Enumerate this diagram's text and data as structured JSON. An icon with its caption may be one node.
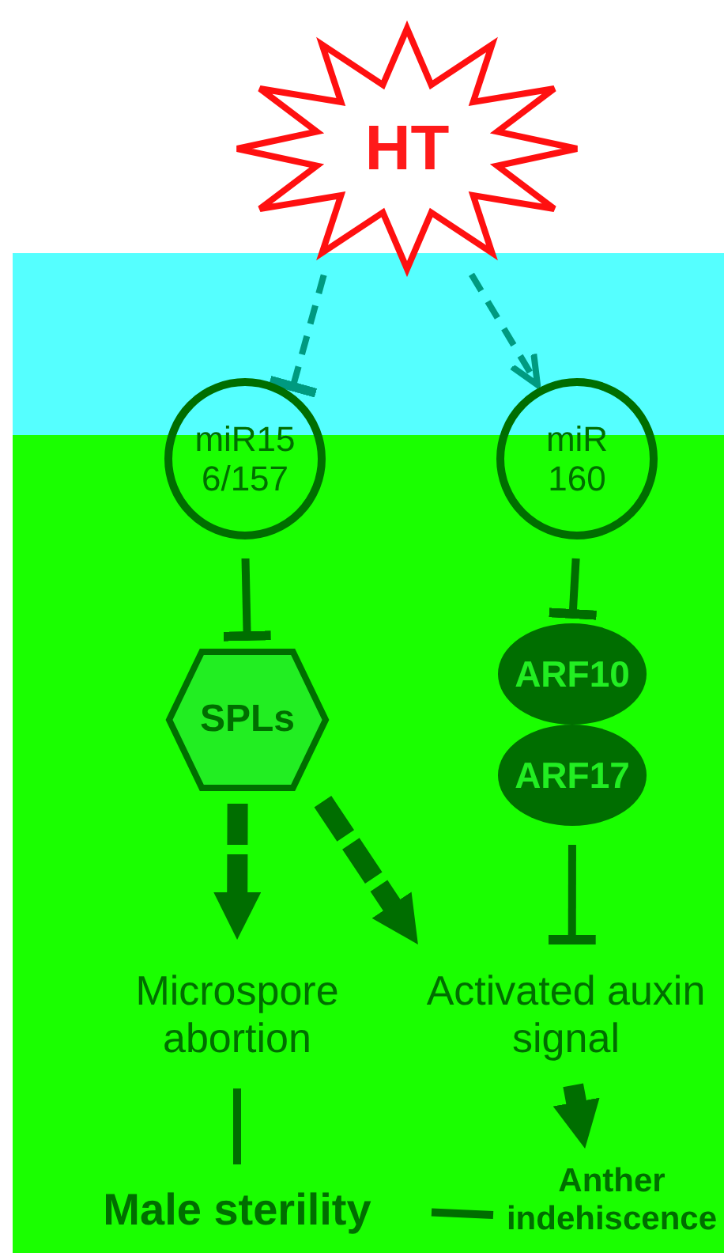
{
  "diagram": {
    "nodes": [
      {
        "text": [
          "HT"
        ]
      },
      {
        "text": [
          "miR156/157"
        ]
      },
      {
        "text": [
          "miR160"
        ]
      },
      {
        "text": [
          "SPLs"
        ]
      },
      {
        "text": [
          "ARF10"
        ]
      },
      {
        "text": [
          "ARF17"
        ]
      },
      {
        "text": [
          "Microspore abortion"
        ]
      },
      {
        "text": [
          "Activated auxin signal"
        ]
      },
      {
        "text": [
          "Male sterility"
        ]
      },
      {
        "text": [
          "Anther indehiscence"
        ]
      }
    ],
    "edges": [
      {
        "from": 0,
        "to": 1,
        "arrow": "other",
        "style": "dashed",
        "color": "#009a80"
      },
      {
        "from": 0,
        "to": 2,
        "arrow": "to",
        "style": "dashed",
        "color": "#009a80"
      },
      {
        "from": 1,
        "to": 3,
        "arrow": "other"
      },
      {
        "from": 2,
        "to": 4,
        "arrow": "other"
      },
      {
        "from": 3,
        "to": 6,
        "arrow": "to",
        "style": "dashed"
      },
      {
        "from": 3,
        "to": 7,
        "arrow": "to",
        "style": "dashed"
      },
      {
        "from": 5,
        "to": 7,
        "arrow": "other"
      },
      {
        "from": 7,
        "to": 9,
        "arrow": "to",
        "style": "dashed"
      },
      {
        "from": 6,
        "to": 8,
        "arrow": "none"
      },
      {
        "from": 8,
        "to": 9,
        "arrow": "none"
      }
    ]
  }
}
